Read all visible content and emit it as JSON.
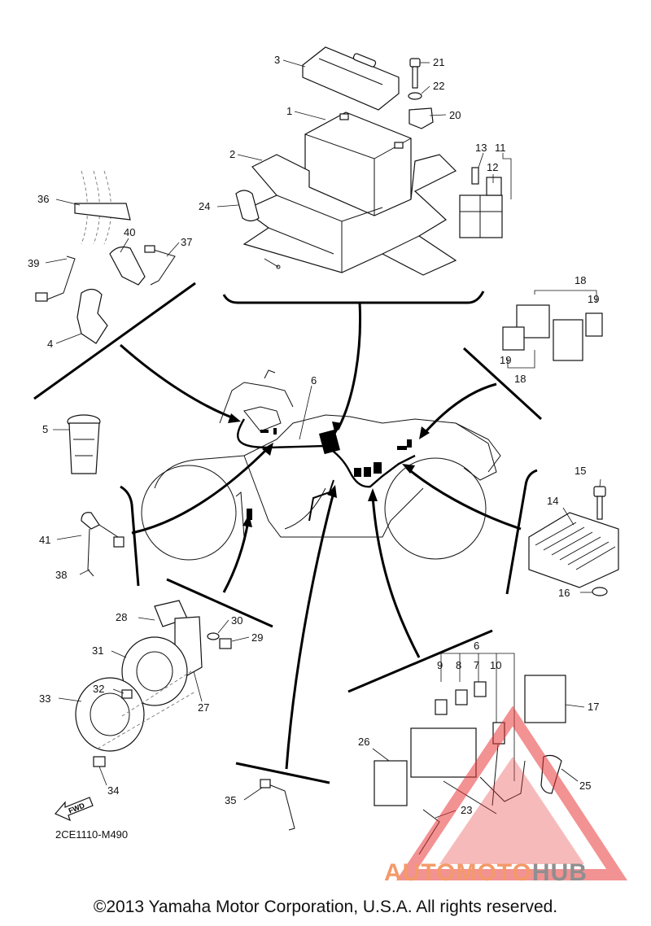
{
  "diagram_code": "2CE1110-M490",
  "copyright": "©2013 Yamaha Motor Corporation, U.S.A. All rights reserved.",
  "watermark": {
    "part1": "AUTOMOTO",
    "part2": "HUB",
    "color1": "#f39a6a",
    "color2": "#8f8f8f",
    "triangle_color": "#e8393a"
  },
  "fwd_label": "FWD",
  "callouts": {
    "c1": "1",
    "c2": "2",
    "c3": "3",
    "c4": "4",
    "c5": "5",
    "c6a": "6",
    "c6b": "6",
    "c7": "7",
    "c8": "8",
    "c9": "9",
    "c10": "10",
    "c11": "11",
    "c12": "12",
    "c13": "13",
    "c14": "14",
    "c15": "15",
    "c16": "16",
    "c17": "17",
    "c18a": "18",
    "c18b": "18",
    "c19a": "19",
    "c19b": "19",
    "c20": "20",
    "c21": "21",
    "c22": "22",
    "c23": "23",
    "c24": "24",
    "c25": "25",
    "c26": "26",
    "c27": "27",
    "c28": "28",
    "c29": "29",
    "c30": "30",
    "c31": "31",
    "c32": "32",
    "c33": "33",
    "c34": "34",
    "c35": "35",
    "c36": "36",
    "c37": "37",
    "c38": "38",
    "c39": "39",
    "c40": "40",
    "c41": "41"
  }
}
